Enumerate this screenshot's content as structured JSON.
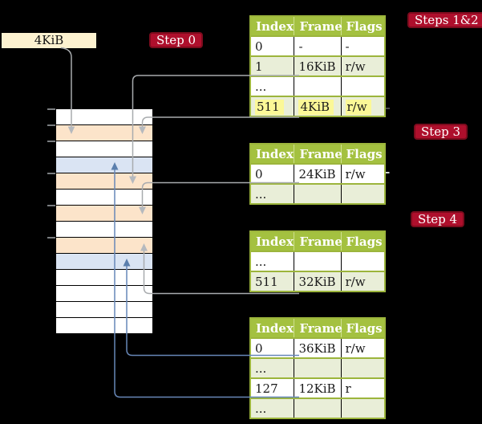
{
  "colors": {
    "background": "#000000",
    "table_header_bg": "#a4c140",
    "table_border": "#9cb53c",
    "row_shaded": "#e9eed8",
    "row_white": "#ffffff",
    "highlight": "#fbf897",
    "frame_row": "#ffffff",
    "pagetable_row": "#fce4ca",
    "data_row": "#dae4f3",
    "label_bg": "#ae0f2c",
    "label_border": "#7c0b1d",
    "gray_connector": "#a8abae",
    "blue_connector": "#6787b8",
    "frame_box_bg": "#fdf2d0"
  },
  "frame_box": {
    "label": "4KiB"
  },
  "step_labels": {
    "step0": "Step 0",
    "steps12": "Steps 1&2",
    "step3": "Step 3",
    "step4": "Step 4"
  },
  "memory": {
    "rows": [
      {
        "kind": "frame_row"
      },
      {
        "kind": "pagetable_row"
      },
      {
        "kind": "frame_row"
      },
      {
        "kind": "data_row"
      },
      {
        "kind": "pagetable_row"
      },
      {
        "kind": "frame_row"
      },
      {
        "kind": "pagetable_row"
      },
      {
        "kind": "frame_row"
      },
      {
        "kind": "pagetable_row"
      },
      {
        "kind": "data_row"
      },
      {
        "kind": "frame_row"
      },
      {
        "kind": "frame_row"
      },
      {
        "kind": "frame_row"
      },
      {
        "kind": "frame_row"
      }
    ]
  },
  "tables": {
    "t1": {
      "headers": [
        "Index",
        "Frame",
        "Flags"
      ],
      "rows": [
        {
          "cells": [
            "0",
            "-",
            "-"
          ]
        },
        {
          "cells": [
            "1",
            "16KiB",
            "r/w"
          ]
        },
        {
          "cells": [
            "...",
            "",
            ""
          ]
        },
        {
          "cells": [
            "511",
            "4KiB",
            "r/w"
          ],
          "highlighted": true
        }
      ]
    },
    "t2": {
      "headers": [
        "Index",
        "Frame",
        "Flags"
      ],
      "rows": [
        {
          "cells": [
            "0",
            "24KiB",
            "r/w"
          ]
        },
        {
          "cells": [
            "...",
            "",
            ""
          ]
        }
      ]
    },
    "t3": {
      "headers": [
        "Index",
        "Frame",
        "Flags"
      ],
      "rows": [
        {
          "cells": [
            "...",
            "",
            ""
          ]
        },
        {
          "cells": [
            "511",
            "32KiB",
            "r/w"
          ]
        }
      ]
    },
    "t4": {
      "headers": [
        "Index",
        "Frame",
        "Flags"
      ],
      "rows": [
        {
          "cells": [
            "0",
            "36KiB",
            "r/w"
          ]
        },
        {
          "cells": [
            "...",
            "",
            ""
          ]
        },
        {
          "cells": [
            "127",
            "12KiB",
            "r"
          ]
        },
        {
          "cells": [
            "...",
            "",
            ""
          ]
        }
      ]
    }
  }
}
